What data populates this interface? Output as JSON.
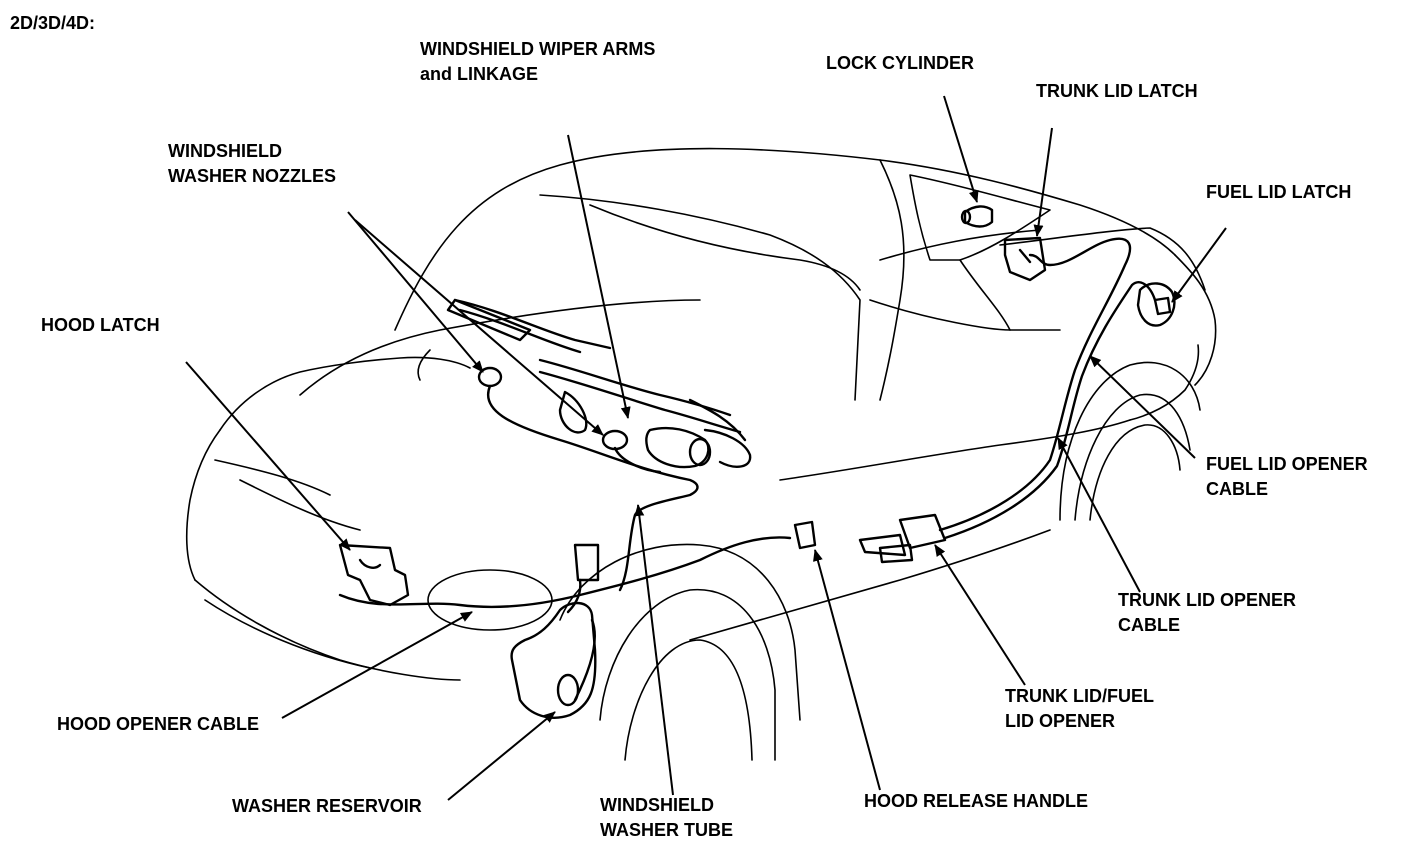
{
  "header": "2D/3D/4D:",
  "labels": {
    "wiper_arms": [
      "WINDSHIELD WIPER ARMS",
      "and LINKAGE"
    ],
    "lock_cylinder": "LOCK CYLINDER",
    "trunk_lid_latch": "TRUNK LID LATCH",
    "washer_nozzles": [
      "WINDSHIELD",
      "WASHER NOZZLES"
    ],
    "fuel_lid_latch": "FUEL LID LATCH",
    "hood_latch": "HOOD LATCH",
    "fuel_lid_opener_cable": [
      "FUEL LID OPENER",
      "CABLE"
    ],
    "trunk_lid_opener_cable": [
      "TRUNK LID OPENER",
      "CABLE"
    ],
    "trunk_fuel_lid_opener": [
      "TRUNK LID/FUEL",
      "LID OPENER"
    ],
    "hood_opener_cable": "HOOD OPENER CABLE",
    "washer_reservoir": "WASHER RESERVOIR",
    "washer_tube": [
      "WINDSHIELD",
      "WASHER TUBE"
    ],
    "hood_release_handle": "HOOD RELEASE HANDLE"
  },
  "colors": {
    "ink": "#000000",
    "paper": "#ffffff"
  }
}
